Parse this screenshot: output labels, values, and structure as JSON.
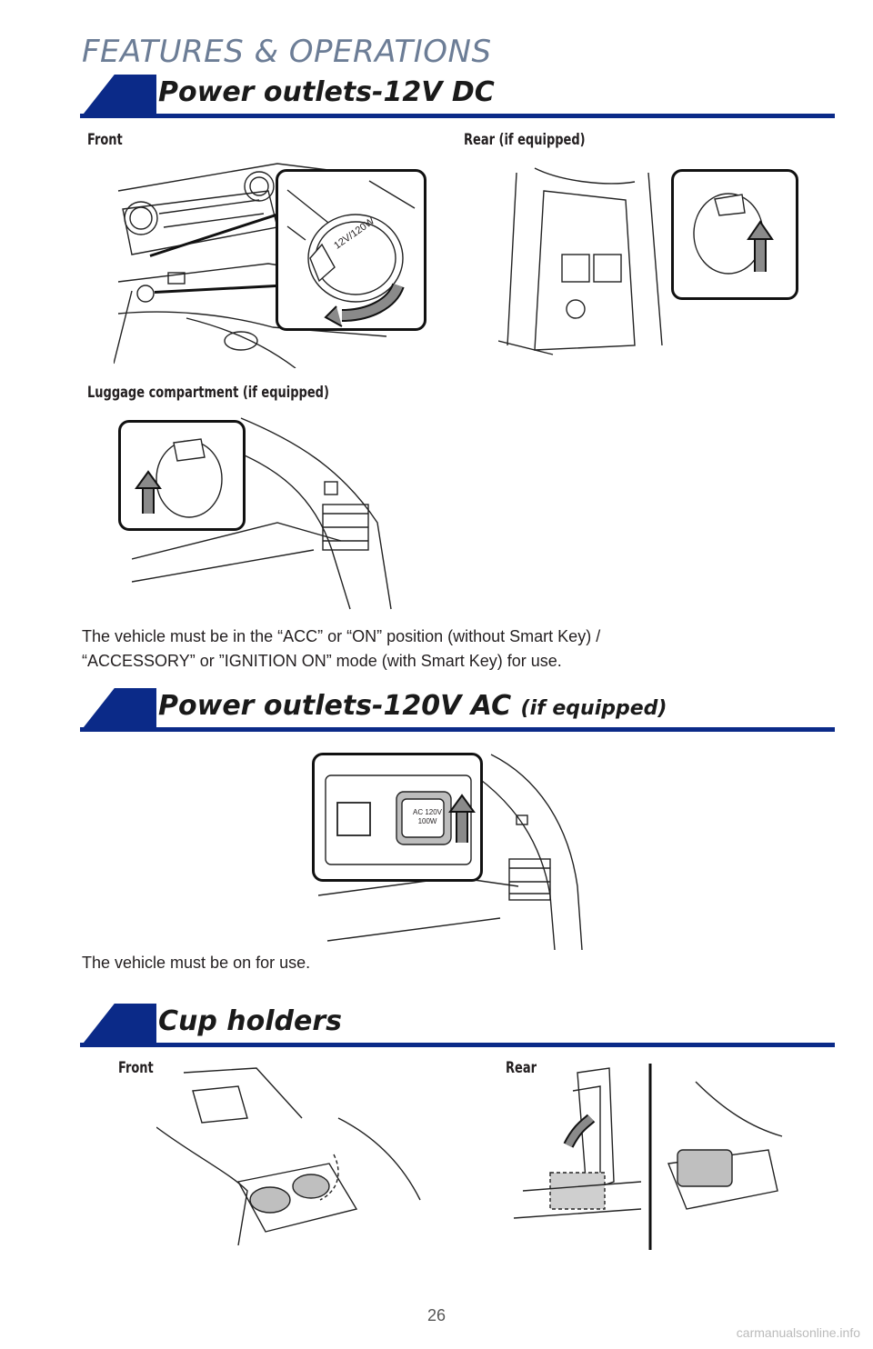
{
  "header": {
    "section": "FEATURES & OPERATIONS"
  },
  "sections": {
    "power12": {
      "title": "Power outlets-12V DC",
      "front_label": "Front",
      "rear_label": "Rear (if equipped)",
      "luggage_label": "Luggage compartment (if equipped)",
      "note_line1": "The vehicle must be in the “ACC” or “ON” position (without Smart Key) /",
      "note_line2": "“ACCESSORY” or ”IGNITION ON” mode (with Smart Key) for use.",
      "cap_text": "12V/120W"
    },
    "power120": {
      "title": "Power outlets-120V AC",
      "title_suffix": "(if equipped)",
      "outlet_text_1": "AC 120V",
      "outlet_text_2": "100W",
      "note": "The vehicle must be on for use."
    },
    "cup": {
      "title": "Cup holders",
      "front_label": "Front",
      "rear_label": "Rear"
    }
  },
  "page": {
    "number": "26"
  },
  "footer": {
    "watermark": "carmanualsonline.info"
  },
  "colors": {
    "brand_blue": "#0b2a88",
    "header_gray": "#6c7d96"
  }
}
